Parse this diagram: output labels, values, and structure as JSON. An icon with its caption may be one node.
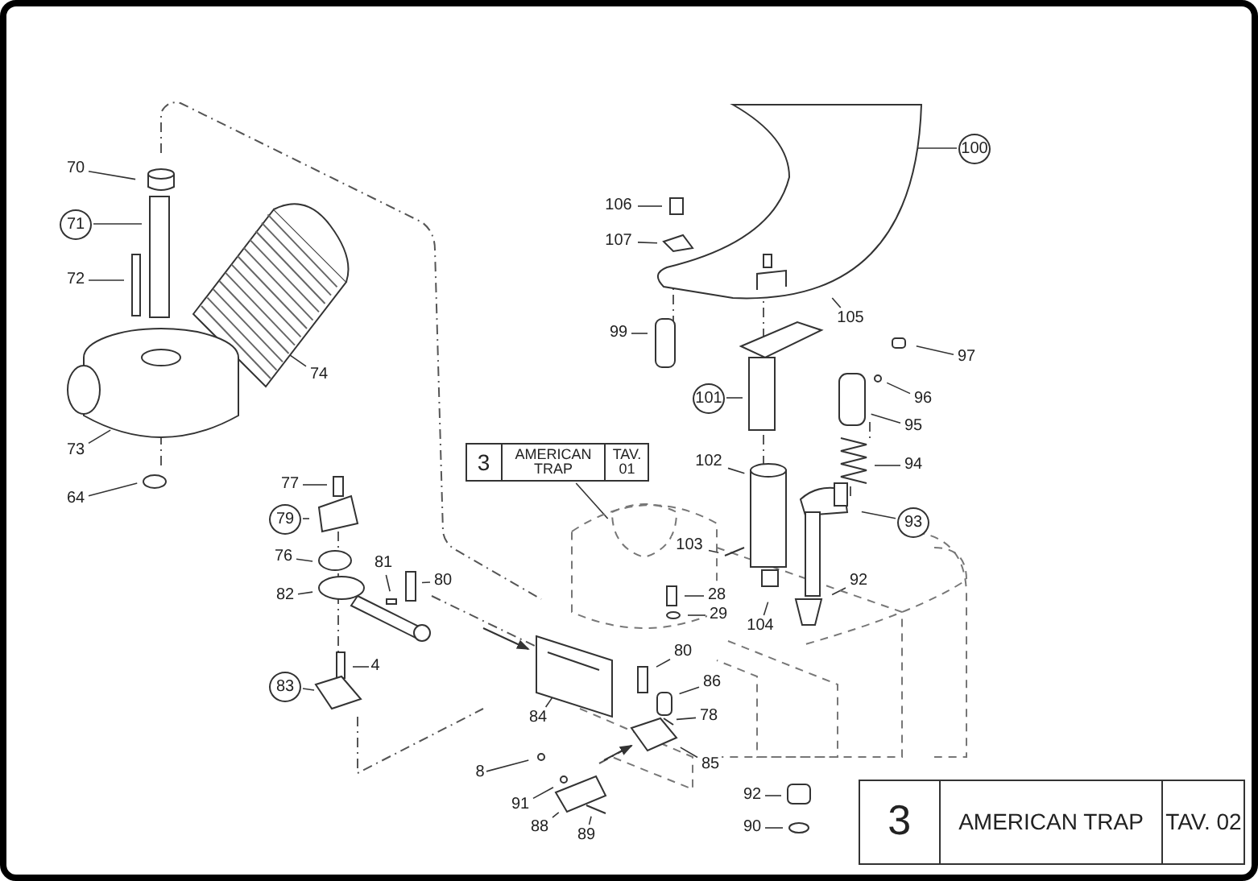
{
  "diagram": {
    "nodes": [
      {
        "text": [
          "70"
        ]
      },
      {
        "text": [
          "71"
        ]
      },
      {
        "text": [
          "72"
        ]
      },
      {
        "text": [
          "74"
        ]
      },
      {
        "text": [
          "73"
        ]
      },
      {
        "text": [
          "64"
        ]
      },
      {
        "text": [
          "106"
        ]
      },
      {
        "text": [
          "107"
        ]
      },
      {
        "text": [
          "105"
        ]
      },
      {
        "text": [
          "99"
        ]
      },
      {
        "text": [
          "100"
        ]
      },
      {
        "text": [
          "101"
        ]
      },
      {
        "text": [
          "97"
        ]
      },
      {
        "text": [
          "96"
        ]
      },
      {
        "text": [
          "95"
        ]
      },
      {
        "text": [
          "94"
        ]
      },
      {
        "text": [
          "102"
        ]
      },
      {
        "text": [
          "93"
        ]
      },
      {
        "text": [
          "3",
          "AMERICAN TRAP",
          "TAV. 01"
        ]
      },
      {
        "text": [
          "77"
        ]
      },
      {
        "text": [
          "79"
        ]
      },
      {
        "text": [
          "76"
        ]
      },
      {
        "text": [
          "81"
        ]
      },
      {
        "text": [
          "80"
        ]
      },
      {
        "text": [
          "82"
        ]
      },
      {
        "text": [
          "103"
        ]
      },
      {
        "text": [
          "104"
        ]
      },
      {
        "text": [
          "92"
        ]
      },
      {
        "text": [
          "28"
        ]
      },
      {
        "text": [
          "29"
        ]
      },
      {
        "text": [
          "80"
        ]
      },
      {
        "text": [
          "4"
        ]
      },
      {
        "text": [
          "83"
        ]
      },
      {
        "text": [
          "86"
        ]
      },
      {
        "text": [
          "78"
        ]
      },
      {
        "text": [
          "84"
        ]
      },
      {
        "text": [
          "85"
        ]
      },
      {
        "text": [
          "8"
        ]
      },
      {
        "text": [
          "91"
        ]
      },
      {
        "text": [
          "92"
        ]
      },
      {
        "text": [
          "88"
        ]
      },
      {
        "text": [
          "90"
        ]
      },
      {
        "text": [
          "89"
        ]
      },
      {
        "text": [
          "3",
          "AMERICAN TRAP",
          "TAV. 02"
        ]
      }
    ],
    "edges": [
      {
        "from": 0,
        "to": null,
        "arrow": "none"
      },
      {
        "from": 1,
        "to": null,
        "arrow": "none"
      },
      {
        "from": 2,
        "to": null,
        "arrow": "none"
      },
      {
        "from": 3,
        "to": null,
        "arrow": "none"
      },
      {
        "from": 4,
        "to": null,
        "arrow": "none"
      },
      {
        "from": 5,
        "to": null,
        "arrow": "none"
      },
      {
        "from": 6,
        "to": null,
        "arrow": "none"
      },
      {
        "from": 7,
        "to": null,
        "arrow": "none"
      },
      {
        "from": 8,
        "to": null,
        "arrow": "none"
      },
      {
        "from": 9,
        "to": null,
        "arrow": "none"
      },
      {
        "from": 10,
        "to": null,
        "arrow": "none"
      },
      {
        "from": 11,
        "to": null,
        "arrow": "none"
      },
      {
        "from": 12,
        "to": null,
        "arrow": "none"
      },
      {
        "from": 13,
        "to": null,
        "arrow": "none"
      },
      {
        "from": 14,
        "to": null,
        "arrow": "none"
      },
      {
        "from": 15,
        "to": null,
        "arrow": "none"
      },
      {
        "from": 16,
        "to": null,
        "arrow": "none"
      },
      {
        "from": 17,
        "to": null,
        "arrow": "none"
      },
      {
        "from": 18,
        "to": null,
        "arrow": "none"
      },
      {
        "from": 19,
        "to": null,
        "arrow": "none"
      },
      {
        "from": 20,
        "to": null,
        "arrow": "none"
      },
      {
        "from": 21,
        "to": null,
        "arrow": "none"
      },
      {
        "from": 22,
        "to": null,
        "arrow": "none"
      },
      {
        "from": 23,
        "to": null,
        "arrow": "none"
      },
      {
        "from": 24,
        "to": null,
        "arrow": "none"
      },
      {
        "from": 25,
        "to": null,
        "arrow": "none"
      },
      {
        "from": 26,
        "to": null,
        "arrow": "none"
      },
      {
        "from": 27,
        "to": null,
        "arrow": "none"
      },
      {
        "from": 28,
        "to": null,
        "arrow": "none"
      },
      {
        "from": 29,
        "to": null,
        "arrow": "none"
      },
      {
        "from": 30,
        "to": null,
        "arrow": "none"
      },
      {
        "from": 31,
        "to": null,
        "arrow": "none"
      },
      {
        "from": 32,
        "to": null,
        "arrow": "none"
      },
      {
        "from": 33,
        "to": null,
        "arrow": "none"
      },
      {
        "from": 34,
        "to": null,
        "arrow": "none"
      },
      {
        "from": 35,
        "to": null,
        "arrow": "none"
      },
      {
        "from": 36,
        "to": null,
        "arrow": "none"
      },
      {
        "from": 37,
        "to": null,
        "arrow": "none"
      },
      {
        "from": 38,
        "to": null,
        "arrow": "none"
      },
      {
        "from": 39,
        "to": null,
        "arrow": "none"
      },
      {
        "from": 40,
        "to": null,
        "arrow": "none"
      },
      {
        "from": 41,
        "to": null,
        "arrow": "none"
      },
      {
        "from": 42,
        "to": null,
        "arrow": "none"
      }
    ]
  }
}
